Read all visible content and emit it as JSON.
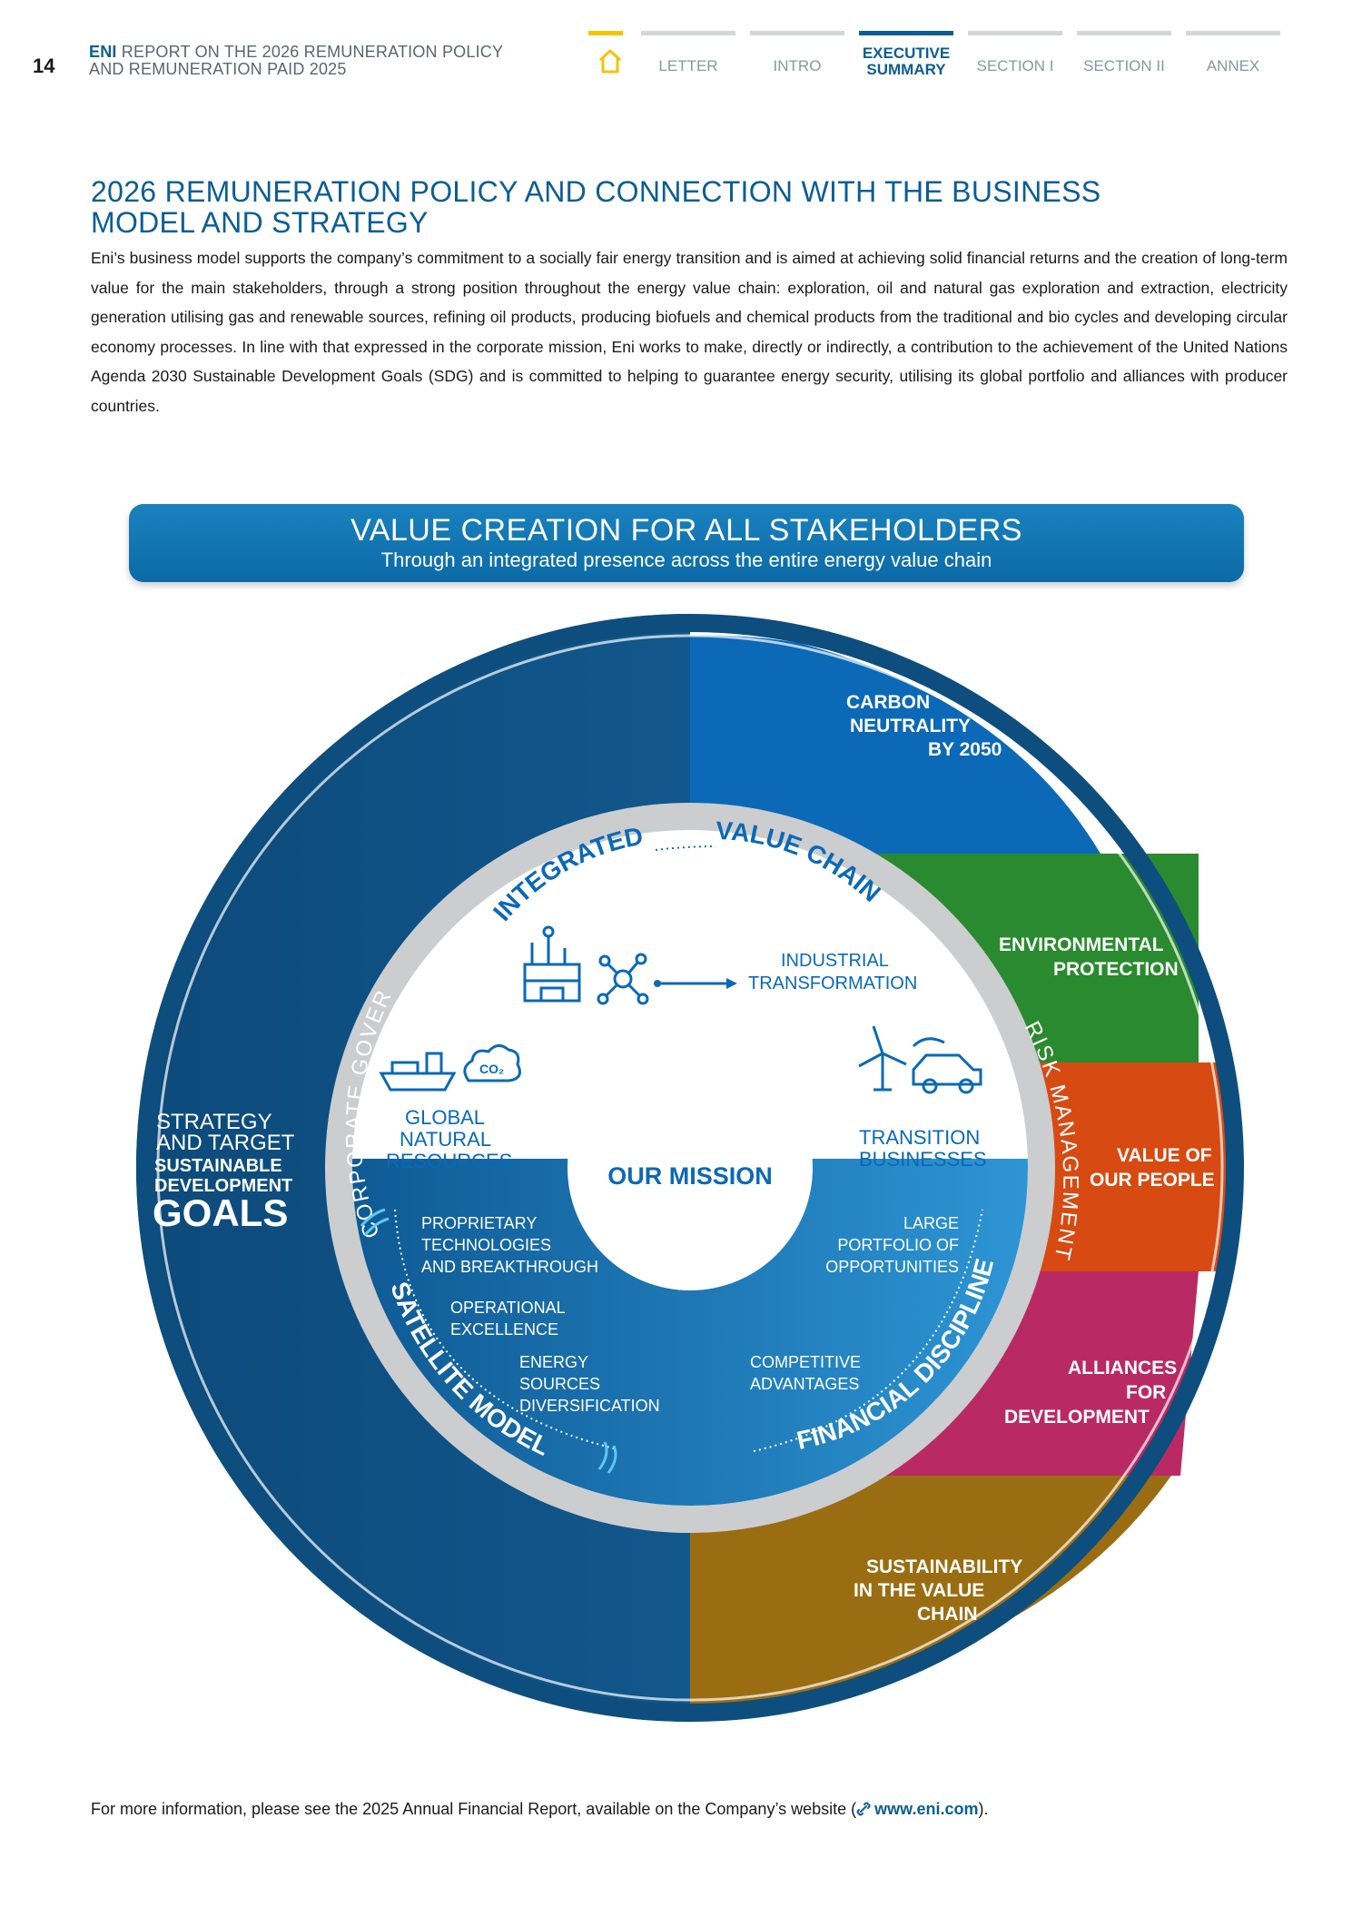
{
  "header": {
    "page_number": "14",
    "brand": "ENI",
    "report_title_line1": " REPORT ON THE 2026 REMUNERATION POLICY",
    "report_title_line2": "AND REMUNERATION PAID 2025"
  },
  "nav": {
    "home_icon": "home-icon",
    "items": [
      {
        "label": "LETTER"
      },
      {
        "label": "INTRO"
      },
      {
        "label_line1": "EXECUTIVE",
        "label_line2": "SUMMARY",
        "active": true
      },
      {
        "label": "SECTION I"
      },
      {
        "label": "SECTION II"
      },
      {
        "label": "ANNEX"
      }
    ]
  },
  "section": {
    "title_line1": "2026 REMUNERATION POLICY AND CONNECTION WITH THE BUSINESS",
    "title_line2": "MODEL AND STRATEGY",
    "body": "Eni’s business model supports the company’s commitment to a socially fair energy transition and is aimed at achieving solid financial returns and the creation of long-term value for the main stakeholders, through a strong position throughout the energy value chain: exploration, oil and natural gas exploration and extraction, electricity generation utilising gas and renewable sources, refining oil products, producing biofuels and chemical products from the traditional and bio cycles and developing circular economy processes. In line with that expressed in the corporate mission, Eni works to make, directly or indirectly, a contribution to the achievement of the United Nations Agenda 2030 Sustainable Development Goals (SDG) and is committed to helping to guarantee energy security, utilising its global portfolio and alliances with producer countries."
  },
  "banner": {
    "title": "VALUE CREATION FOR ALL STAKEHOLDERS",
    "subtitle": "Through an integrated presence across the entire energy value chain"
  },
  "diagram": {
    "colors": {
      "outer_dark": "#0d4e7e",
      "carbon": "#0b6ab8",
      "environment": "#2a8a2f",
      "people": "#d74a12",
      "alliances": "#b92a64",
      "sustainability": "#9a6d12",
      "ring": "#cbcdcf",
      "inner_blue": "#1e7cbf"
    },
    "left": {
      "line1": "STRATEGY",
      "line2": "AND TARGET",
      "line3": "SUSTAINABLE",
      "line4": "DEVELOPMENT",
      "line5": "GOALS"
    },
    "segments": {
      "carbon": [
        "CARBON",
        "NEUTRALITY",
        "BY 2050"
      ],
      "environment": [
        "ENVIRONMENTAL",
        "PROTECTION"
      ],
      "people": [
        "VALUE OF",
        "OUR PEOPLE"
      ],
      "alliances": [
        "ALLIANCES",
        "FOR",
        "DEVELOPMENT"
      ],
      "sustainability": [
        "SUSTAINABILITY",
        "IN THE VALUE",
        "CHAIN"
      ]
    },
    "ring": {
      "integrated": "INTEGRATED",
      "value_chain": "VALUE CHAIN",
      "risk": "RISK MANAGEMENT",
      "governance": "CORPORATE GOVERNANCE",
      "satellite": "SATELLITE MODEL",
      "financial": "FINANCIAL DISCIPLINE"
    },
    "inner": {
      "industrial": [
        "INDUSTRIAL",
        "TRANSFORMATION"
      ],
      "global": [
        "GLOBAL",
        "NATURAL",
        "RESOURCES"
      ],
      "transition": [
        "TRANSITION",
        "BUSINESSES"
      ],
      "mission": "OUR MISSION",
      "proprietary": [
        "PROPRIETARY",
        "TECHNOLOGIES",
        "AND BREAKTHROUGH"
      ],
      "operational": [
        "OPERATIONAL",
        "EXCELLENCE"
      ],
      "energy": [
        "ENERGY",
        "SOURCES",
        "DIVERSIFICATION"
      ],
      "portfolio": [
        "LARGE",
        "PORTFOLIO OF",
        "OPPORTUNITIES"
      ],
      "competitive": [
        "COMPETITIVE",
        "ADVANTAGES"
      ]
    },
    "icons": [
      "refinery-icon",
      "network-icon",
      "ship-icon",
      "co2-cloud-icon",
      "wind-turbine-icon",
      "electric-car-icon"
    ]
  },
  "footer": {
    "text": "For more information, please see the 2025 Annual Financial Report, available on the Company’s website (",
    "link_icon": "link-icon",
    "link_text": "www.eni.com",
    "text_end": ")."
  }
}
